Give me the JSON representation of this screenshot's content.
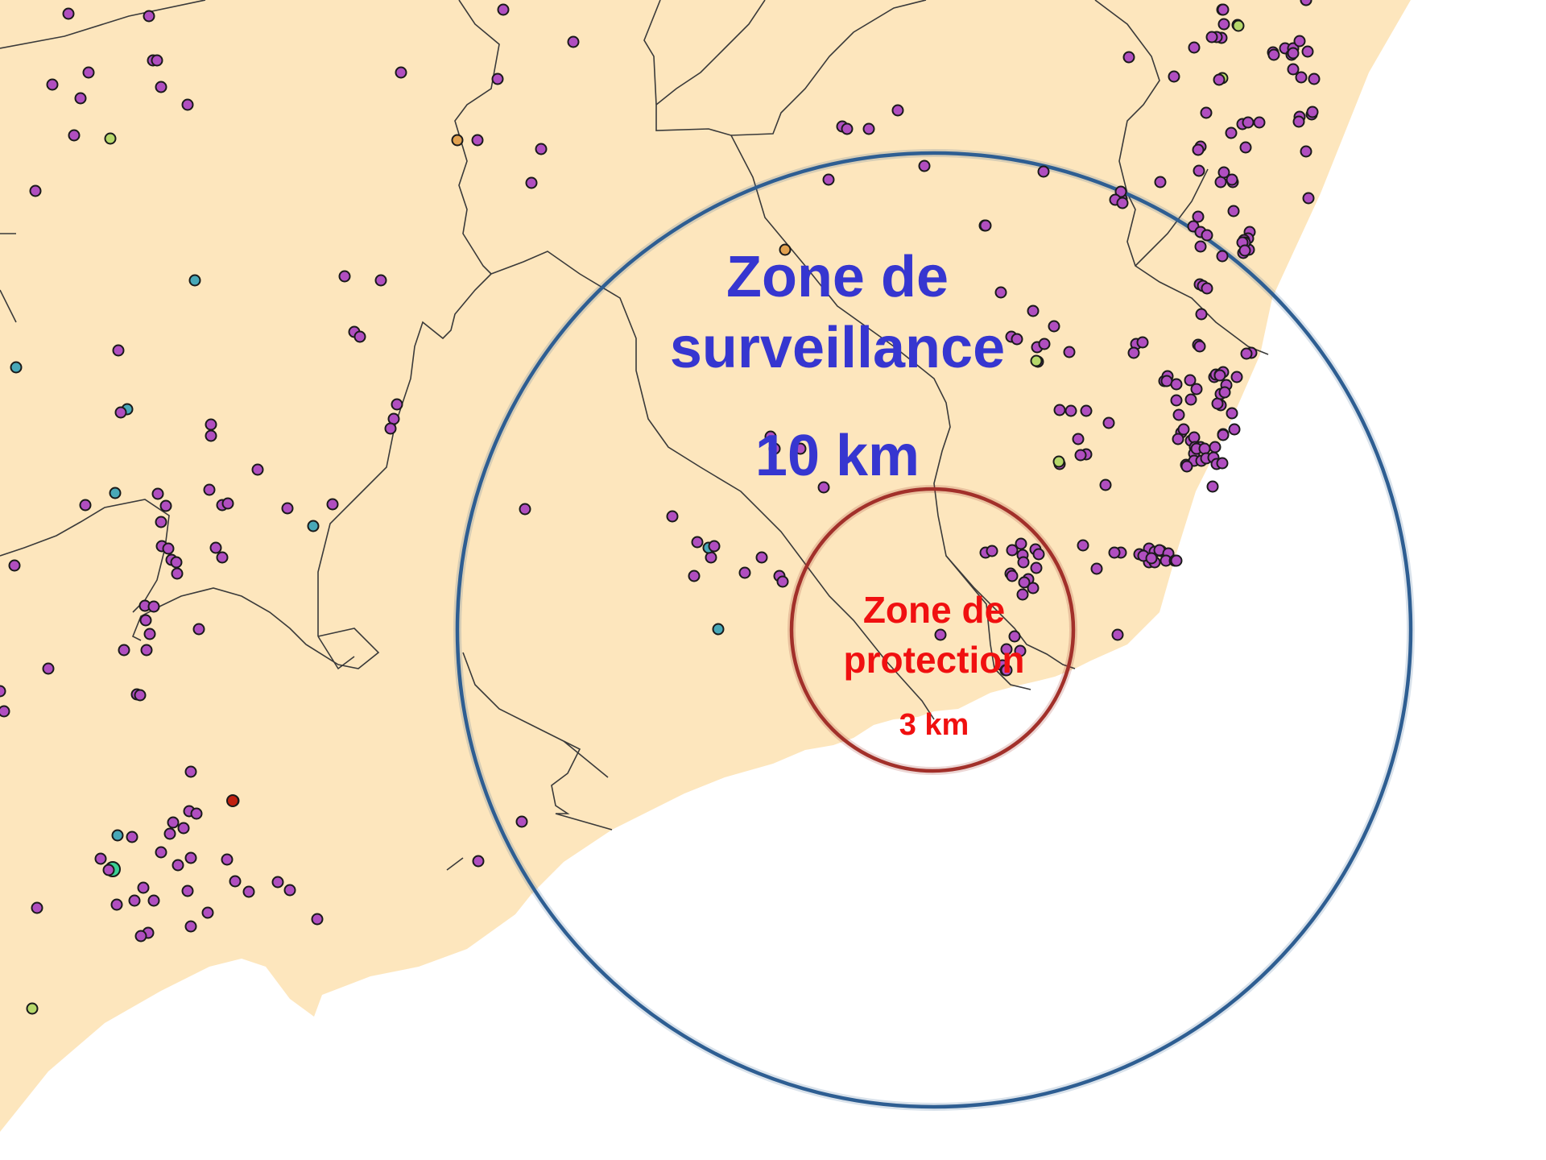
{
  "colors": {
    "land": "#fde6bd",
    "border": "#3a3a3a",
    "sea": "#ffffff",
    "surveillance_ring": "#2e5e92",
    "protection_ring": "#a2302a",
    "surveillance_text": "#3636d0",
    "protection_text": "#f01010",
    "site_default": "#b04ec0",
    "site_teal": "#48a8b8",
    "site_lightgreen": "#b6d86a",
    "site_orange": "#e2a250",
    "site_green": "#3ad094",
    "site_darkred": "#c02010"
  },
  "zones": {
    "surveillance": {
      "label_line1": "Zone de",
      "label_line2": "surveillance",
      "radius_label": "10 km"
    },
    "protection": {
      "label_line1": "Zone de",
      "label_line2": "protection",
      "radius_label": "3 km"
    }
  },
  "legend_symbols": {
    "site_icon": "circle-marker-icon"
  }
}
